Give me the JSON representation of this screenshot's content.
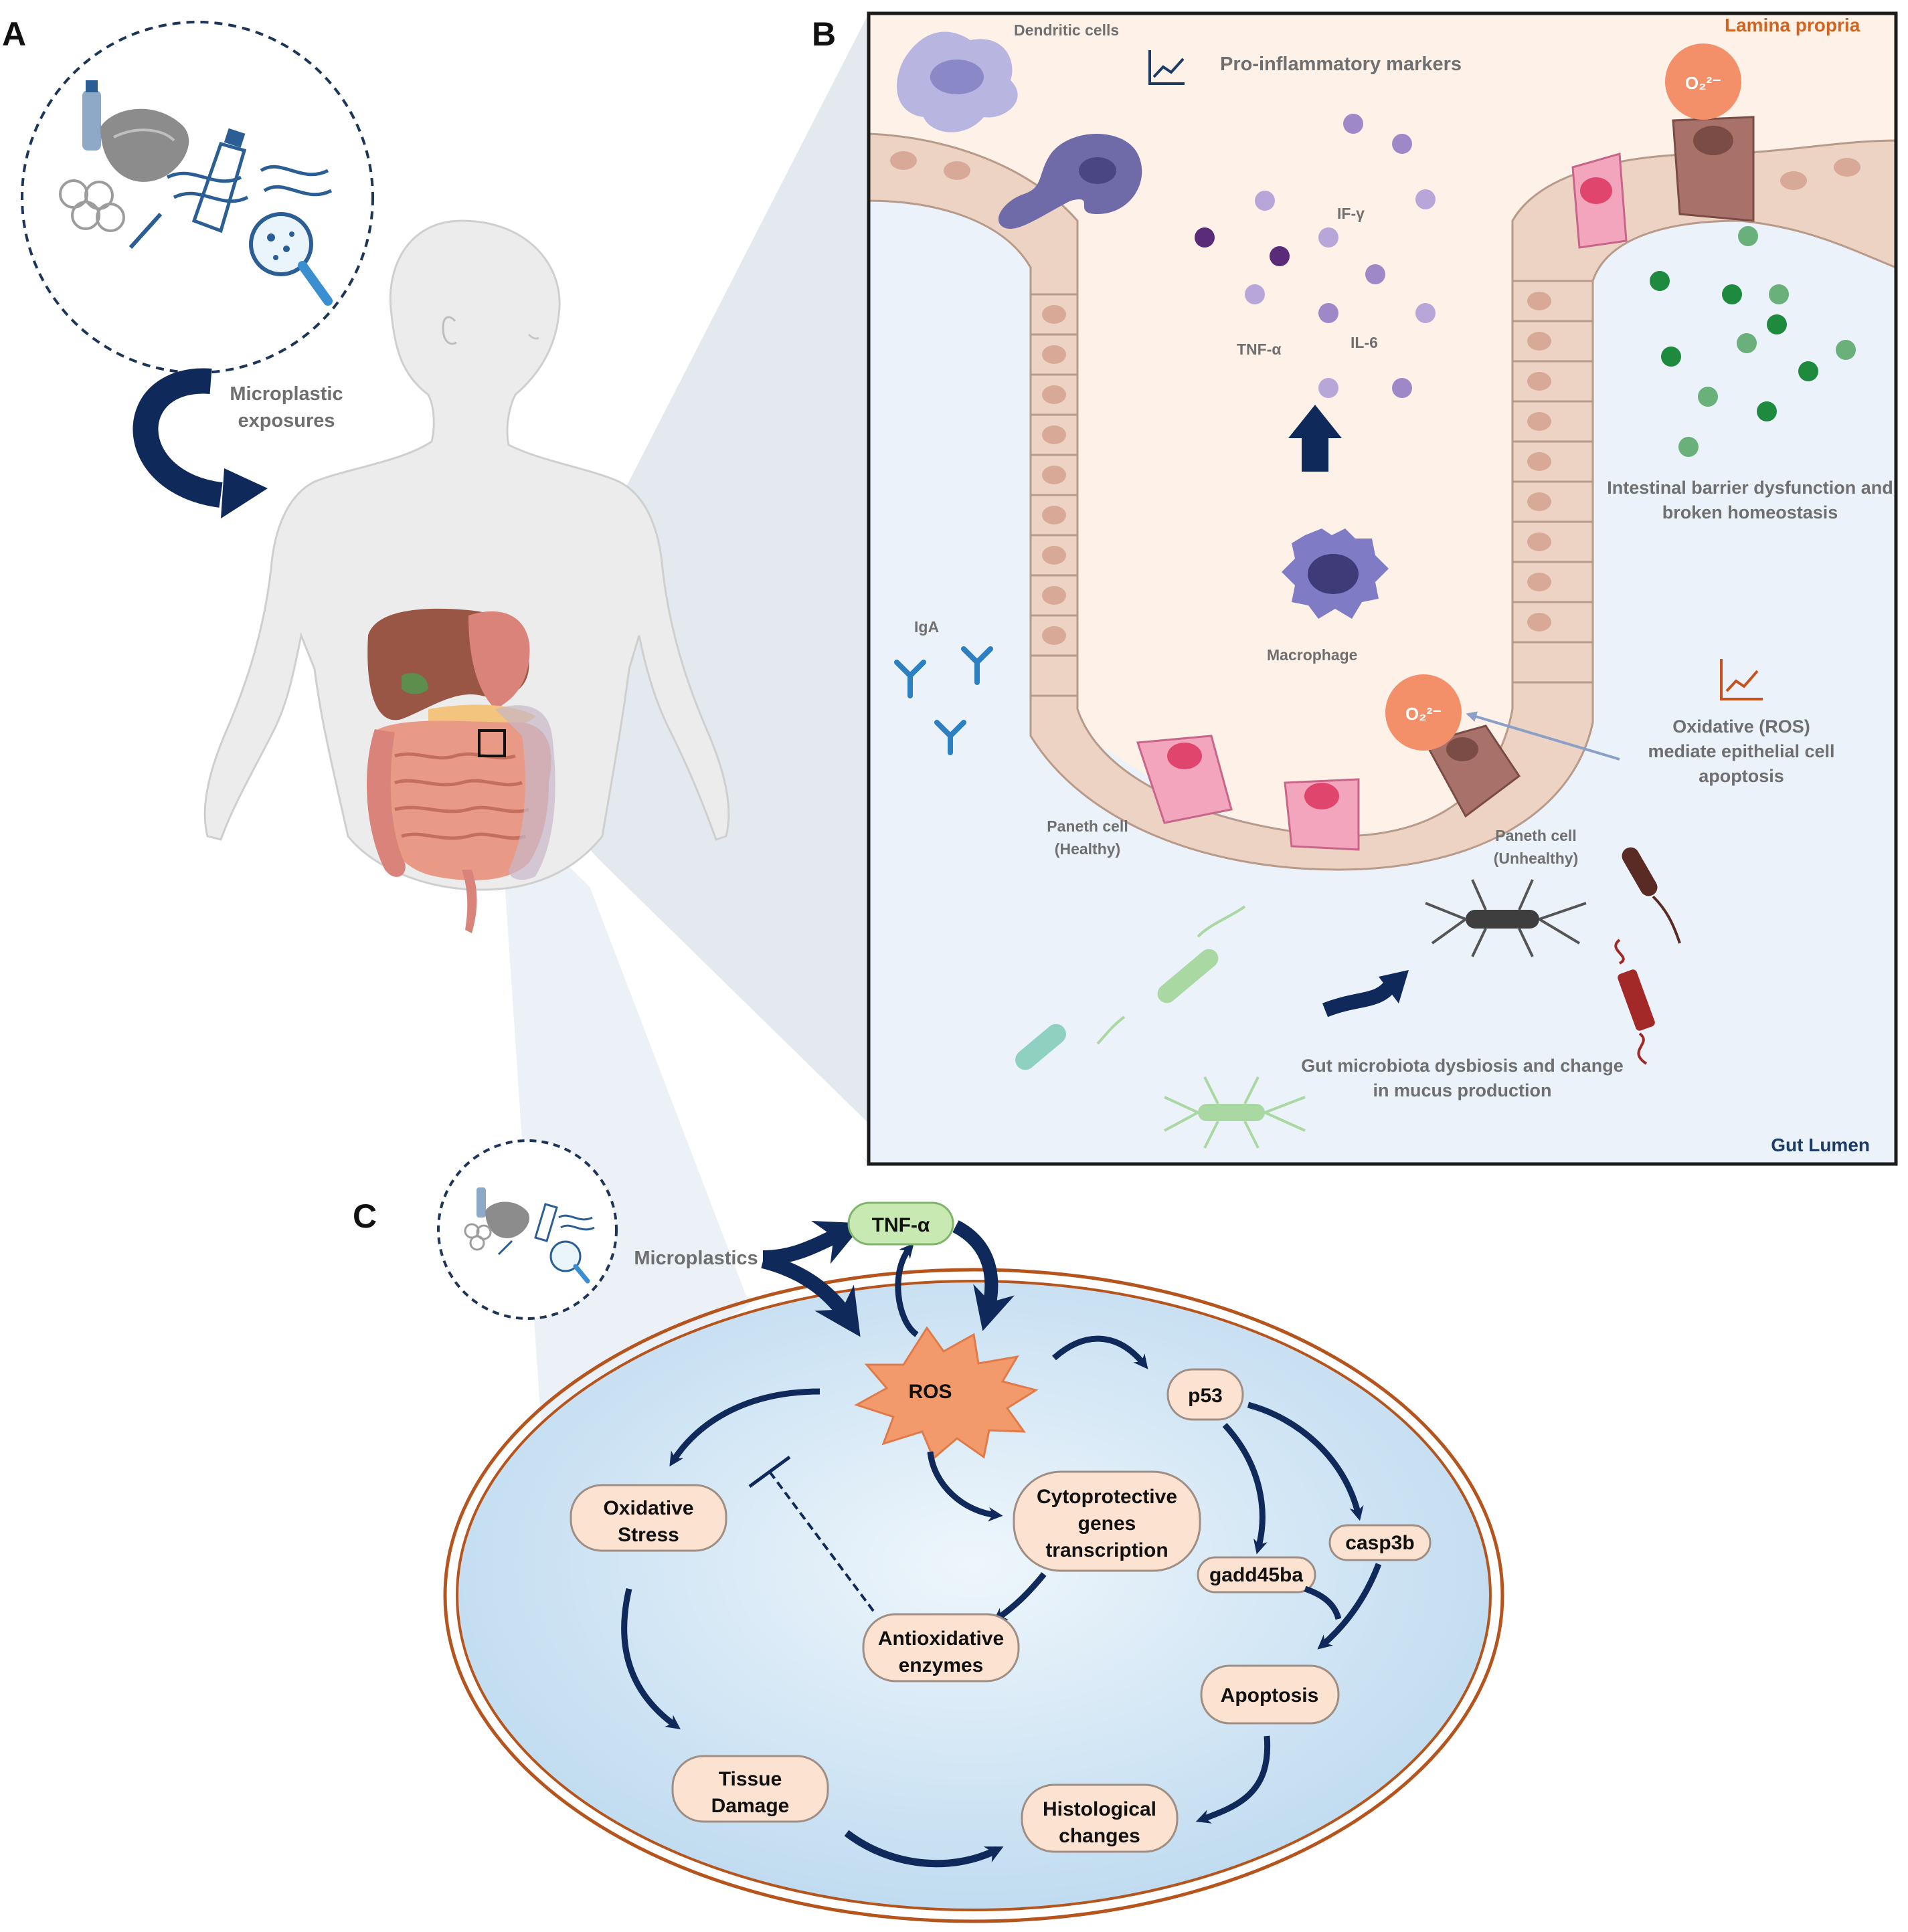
{
  "panels": {
    "a": "A",
    "b": "B",
    "c": "C"
  },
  "panel_a": {
    "exposure_label_line1": "Microplastic",
    "exposure_label_line2": "exposures"
  },
  "panel_b": {
    "lamina_propria": "Lamina propria",
    "gut_lumen": "Gut Lumen",
    "dendritic_cells": "Dendritic cells",
    "pro_inflammatory_markers": "Pro-inflammatory markers",
    "cytokines": {
      "ifg": "IF-γ",
      "tnfa": "TNF-α",
      "il6": "IL-6"
    },
    "macrophage": "Macrophage",
    "iga": "IgA",
    "superoxide": "O₂²⁻",
    "barrier_line1": "Intestinal barrier dysfunction and",
    "barrier_line2": "broken homeostasis",
    "oxidative_line1": "Oxidative (ROS)",
    "oxidative_line2": "mediate epithelial cell",
    "oxidative_line3": "apoptosis",
    "paneth_healthy_line1": "Paneth cell",
    "paneth_healthy_line2": "(Healthy)",
    "paneth_unhealthy_line1": "Paneth cell",
    "paneth_unhealthy_line2": "(Unhealthy)",
    "dysbiosis_line1": "Gut microbiota dysbiosis and change",
    "dysbiosis_line2": "in mucus production"
  },
  "panel_c": {
    "microplastics": "Microplastics",
    "nodes": {
      "tnf": "TNF-α",
      "ros": "ROS",
      "p53": "p53",
      "oxidative_1": "Oxidative",
      "oxidative_2": "Stress",
      "cyto_1": "Cytoprotective",
      "cyto_2": "genes",
      "cyto_3": "transcription",
      "casp3b": "casp3b",
      "gadd45ba": "gadd45ba",
      "anti_1": "Antioxidative",
      "anti_2": "enzymes",
      "apoptosis": "Apoptosis",
      "tissue_1": "Tissue",
      "tissue_2": "Damage",
      "histo_1": "Histological",
      "histo_2": "changes"
    }
  },
  "colors": {
    "navy": "#0f2a5a",
    "node_fill": "#fce3d1",
    "tnf_fill": "#c8eab2",
    "ros_fill": "#f29a6c",
    "cell_fill": "#d8e9f6",
    "membrane": "#b5541d",
    "lamina_bg": "#fdf1e8",
    "lumen_bg": "#ebf2fa",
    "lamina_label": "#d06420",
    "lumen_label": "#1c3c66"
  }
}
